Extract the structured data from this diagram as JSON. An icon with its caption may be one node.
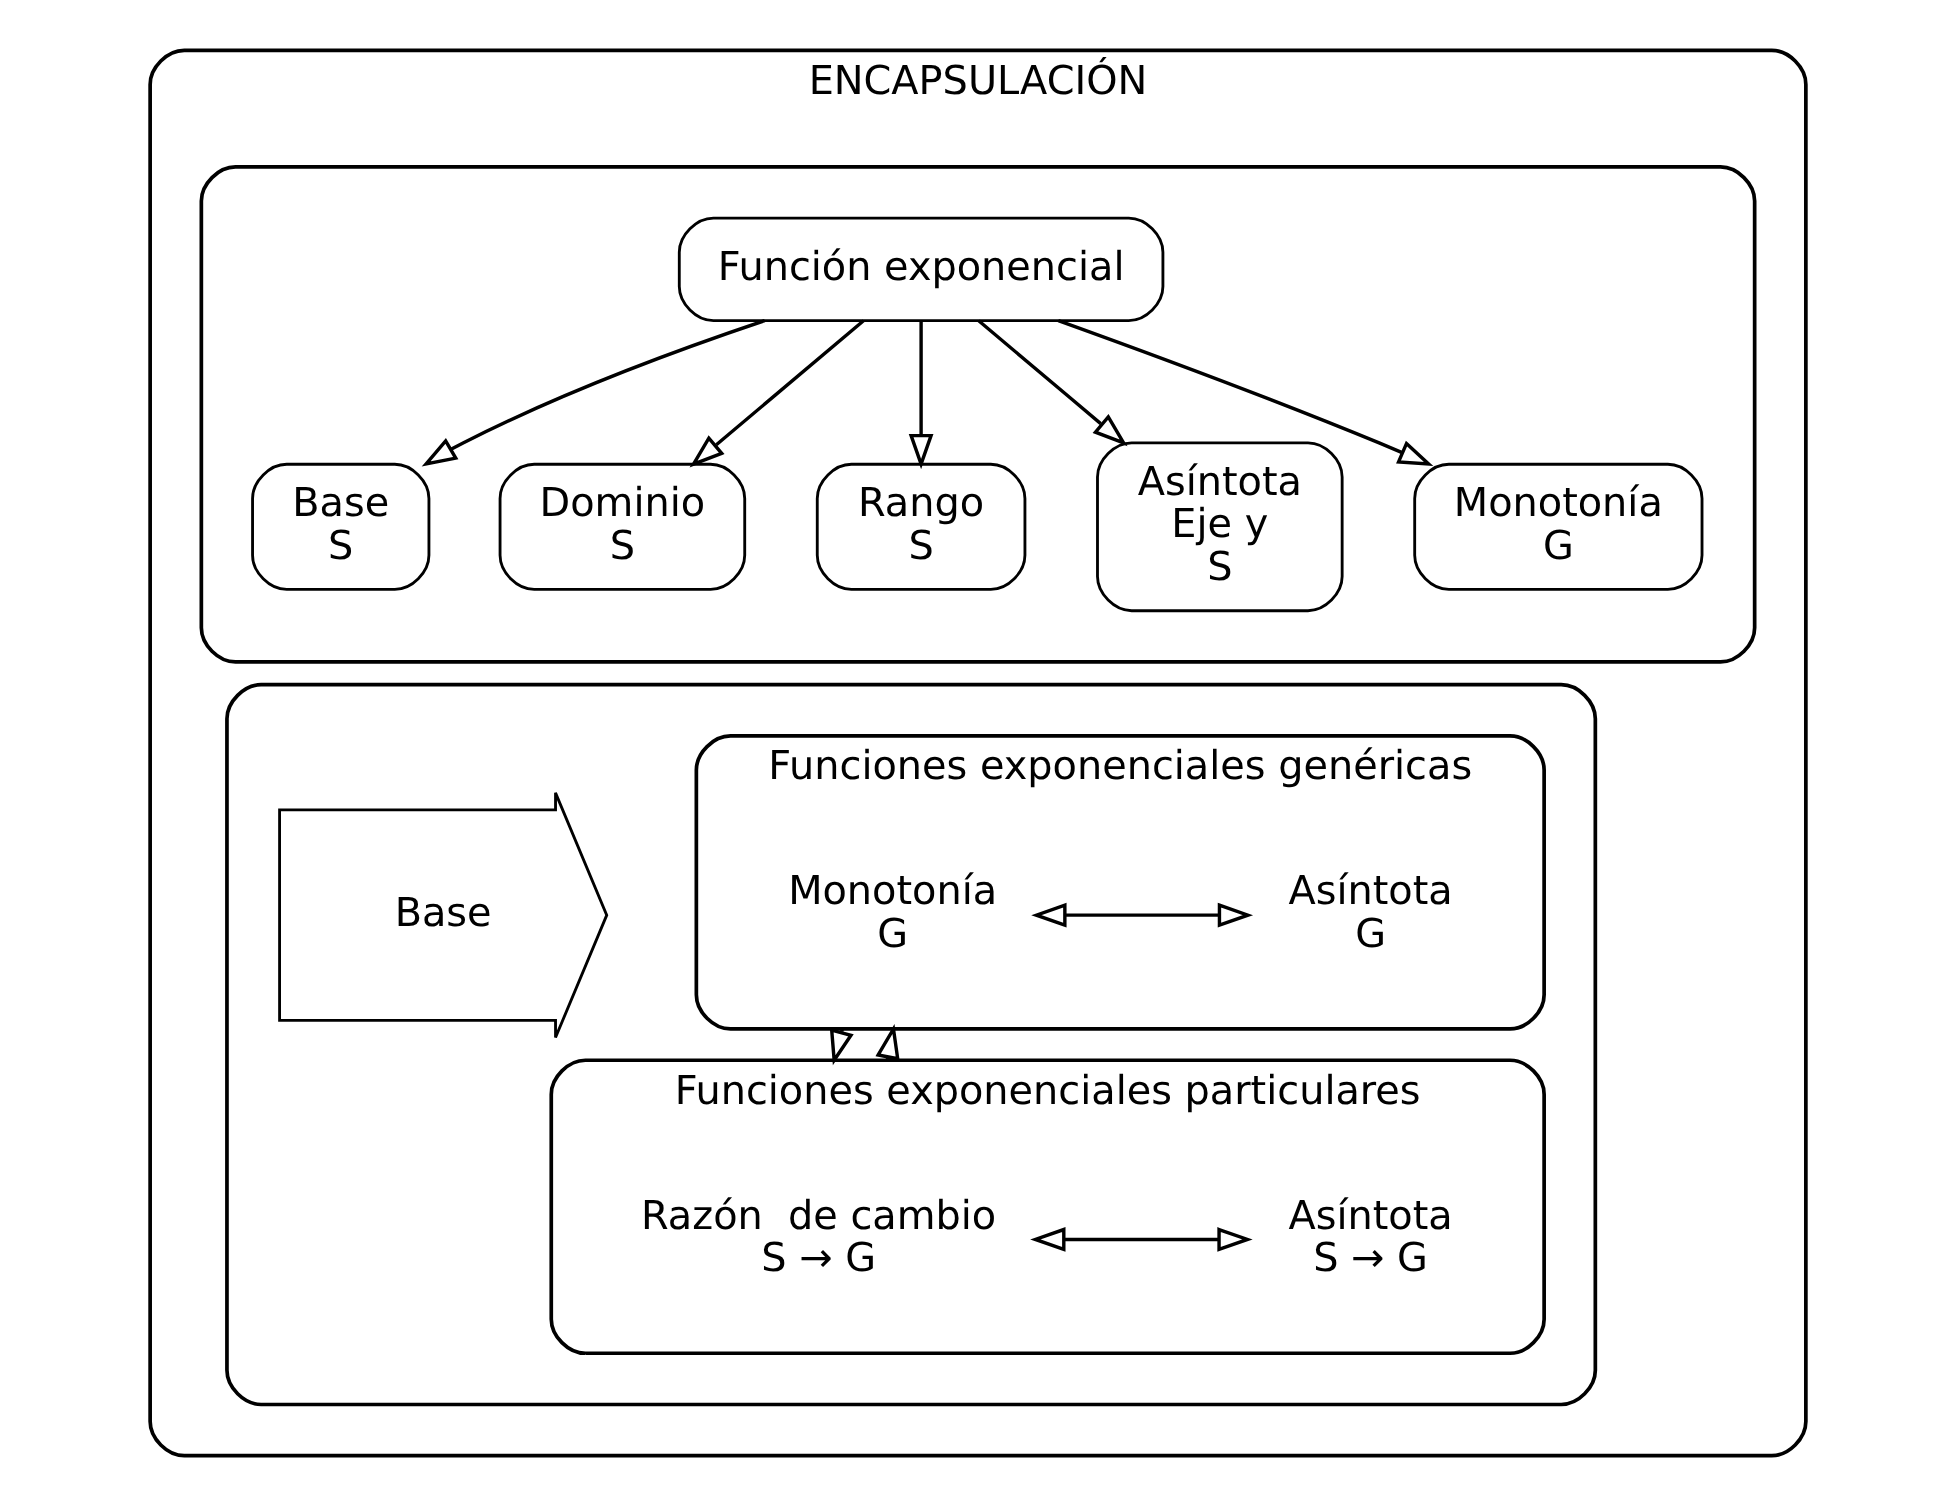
{
  "diagram": {
    "nodes": [
      {
        "text": [
          "ENCAPSULACIÓN"
        ]
      },
      {
        "text": [],
        "shape": "box",
        "in": 0
      },
      {
        "text": [
          "Función exponencial"
        ],
        "in": 1
      },
      {
        "text": [
          "Base",
          "S"
        ],
        "in": 1
      },
      {
        "text": [
          "Dominio",
          "S"
        ],
        "in": 1
      },
      {
        "text": [
          "Rango",
          "S"
        ],
        "in": 1
      },
      {
        "text": [
          "Asíntota",
          "Eje y",
          "S"
        ],
        "in": 1
      },
      {
        "text": [
          "Monotonía",
          "G"
        ],
        "in": 1
      },
      {
        "text": [],
        "shape": "box",
        "in": 0
      },
      {
        "text": [
          "Base"
        ],
        "in": 8
      },
      {
        "text": [
          "Funciones exponenciales genéricas"
        ],
        "in": 8
      },
      {
        "text": [
          "Monotonía",
          "G"
        ],
        "in": 10
      },
      {
        "text": [
          "Asíntota",
          "G"
        ],
        "in": 10
      },
      {
        "text": [
          "Funciones exponenciales particulares"
        ],
        "in": 8
      },
      {
        "text": [
          "Razón  de cambio",
          "S → G"
        ],
        "in": 13
      },
      {
        "text": [
          "Asíntota",
          "S → G"
        ],
        "in": 13
      }
    ],
    "edges": [
      {
        "from": 2,
        "to": 3,
        "arrow": "to"
      },
      {
        "from": 2,
        "to": 4,
        "arrow": "to"
      },
      {
        "from": 2,
        "to": 5,
        "arrow": "to"
      },
      {
        "from": 2,
        "to": 6,
        "arrow": "to"
      },
      {
        "from": 2,
        "to": 7,
        "arrow": "to"
      },
      {
        "from": 11,
        "to": 12,
        "arrow": "both"
      },
      {
        "from": 14,
        "to": 15,
        "arrow": "both"
      },
      {
        "from": 10,
        "to": 13,
        "arrow": "to"
      },
      {
        "from": 13,
        "to": 10,
        "arrow": "to"
      }
    ]
  }
}
